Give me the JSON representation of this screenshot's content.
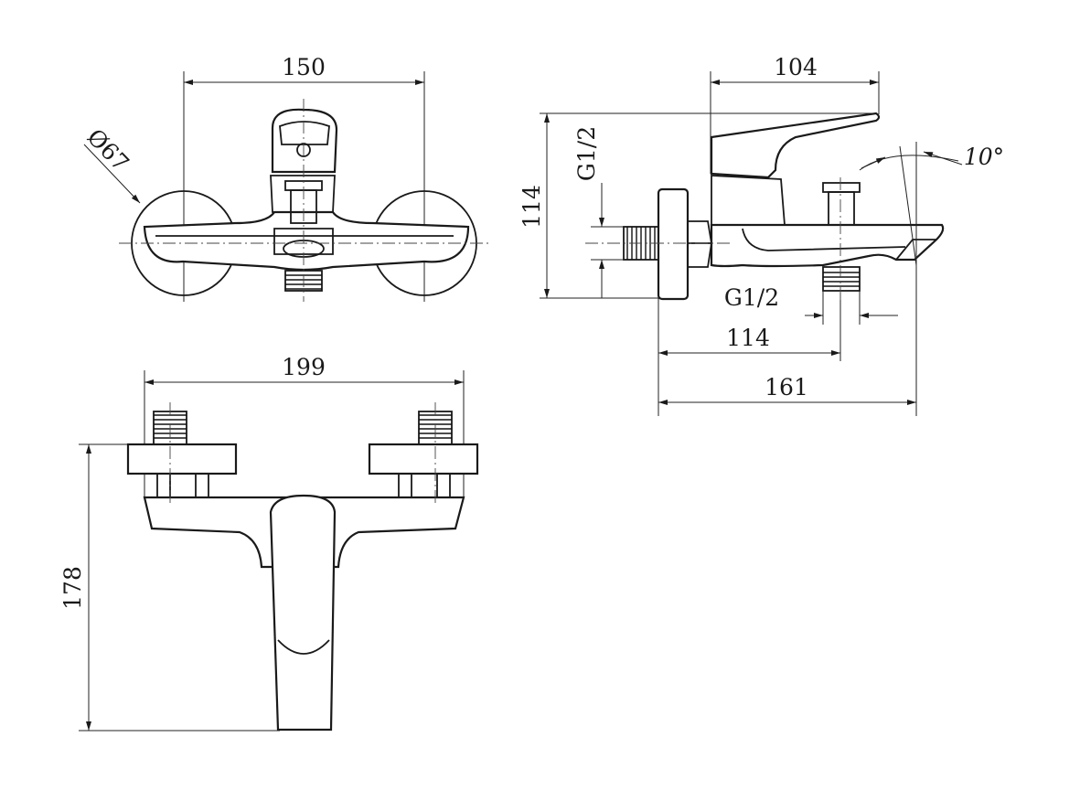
{
  "drawing": {
    "front_view": {
      "width_dim": "150",
      "flange_dia_dim": "Ø67"
    },
    "side_view": {
      "spout_dim": "104",
      "height_dim": "114",
      "inlet_thread_dim": "G1/2",
      "outlet_thread_dim": "G1/2",
      "outlet_pos_dim": "114",
      "total_depth_dim": "161",
      "spout_angle_dim": "10°"
    },
    "top_view": {
      "width_dim": "199",
      "depth_dim": "178"
    },
    "colors": {
      "line": "#1a1a1a",
      "background": "#ffffff"
    }
  }
}
